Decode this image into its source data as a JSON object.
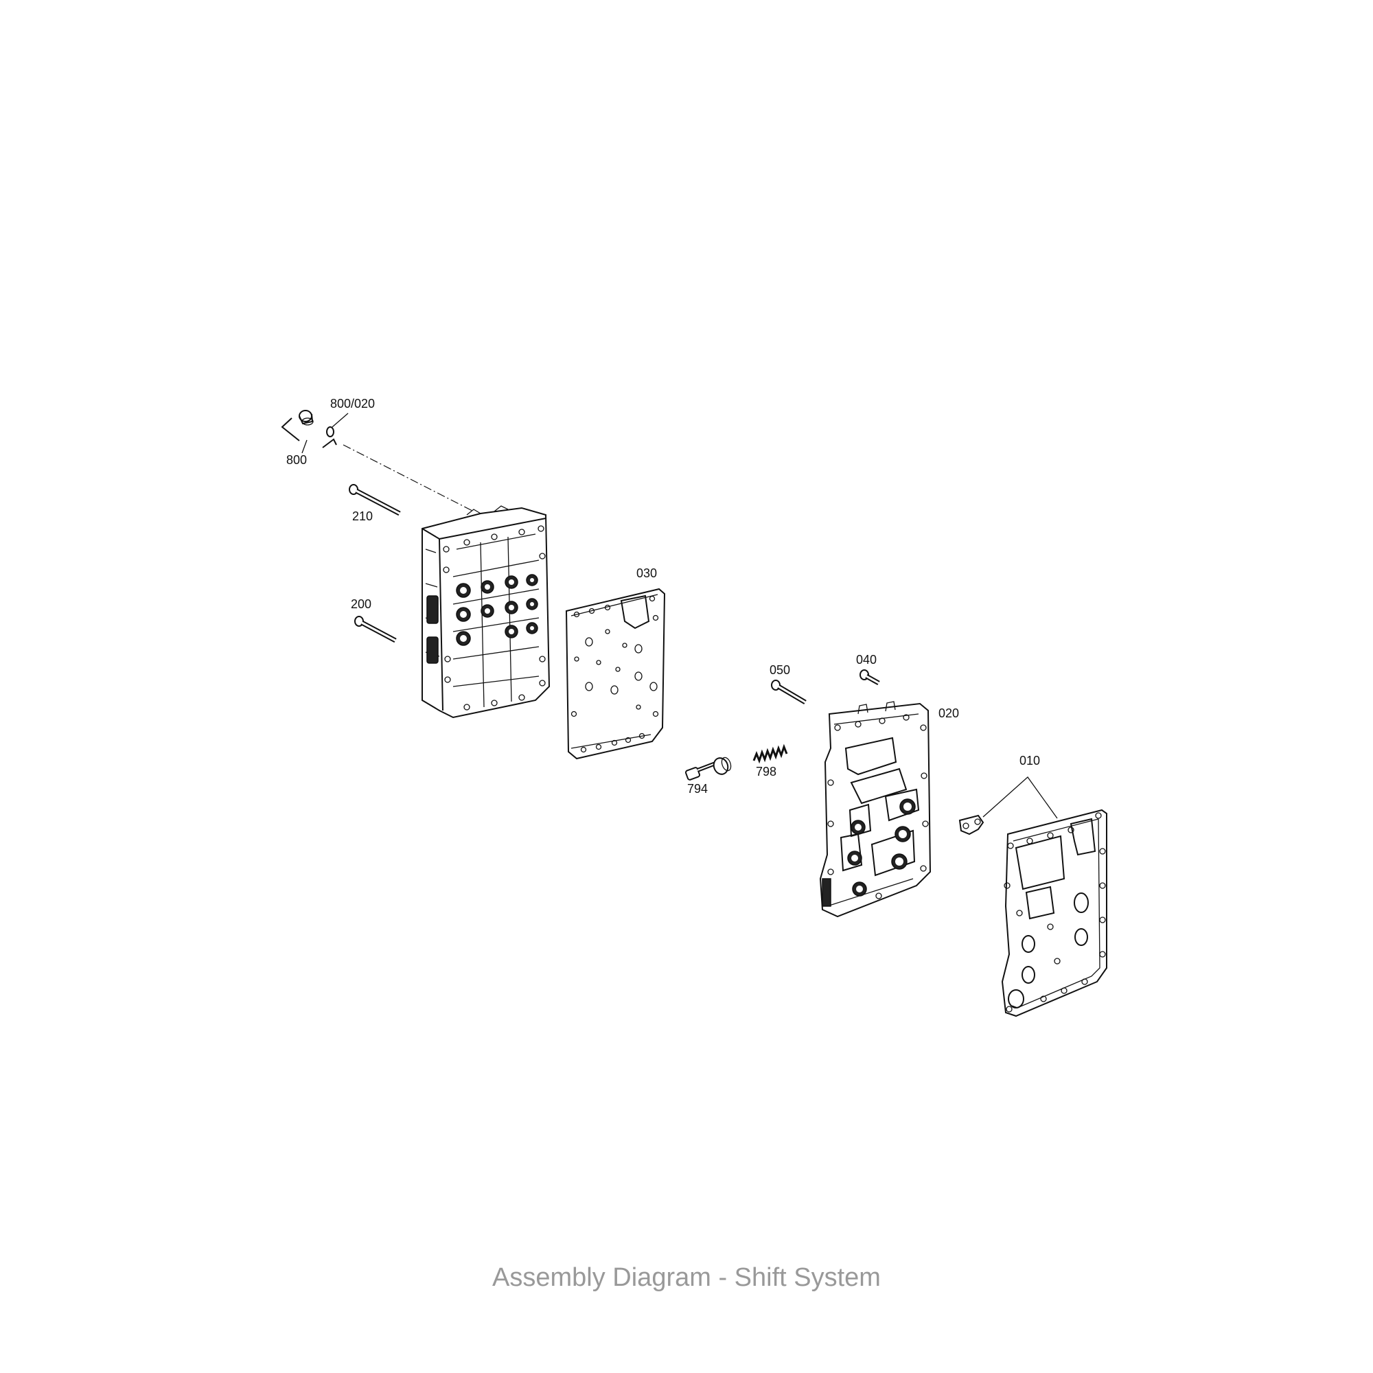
{
  "caption": "Assembly Diagram - Shift System",
  "labels": {
    "p800_020": "800/020",
    "p800": "800",
    "p210": "210",
    "p200": "200",
    "p030": "030",
    "p050": "050",
    "p040": "040",
    "p020": "020",
    "p794": "794",
    "p798": "798",
    "p010": "010"
  }
}
